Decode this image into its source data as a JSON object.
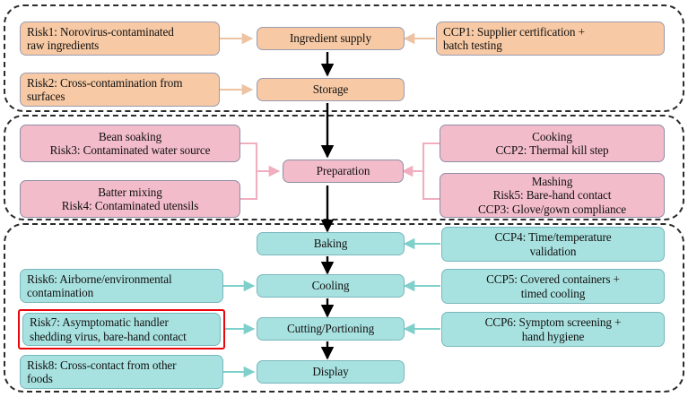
{
  "diagram": {
    "title": "Norovirus HACCP process flow with risks and critical control points",
    "colors": {
      "peach_fill": "#f7c9a4",
      "peach_arrow": "#f0c8a8",
      "pink_fill": "#f3bcca",
      "pink_arrow": "#f3b8c6",
      "teal_fill": "#a8e2e0",
      "teal_arrow": "#8fd5cf",
      "main_arrow": "#000000",
      "highlight_border": "#e8070b",
      "group_border": "#2b2b2b"
    }
  },
  "groups": [
    {
      "name": "supply-stage-group"
    },
    {
      "name": "preparation-stage-group"
    },
    {
      "name": "post-bake-stage-group"
    }
  ],
  "process": [
    {
      "id": "ingredient-supply",
      "label": "Ingredient supply",
      "palette": "peach"
    },
    {
      "id": "storage",
      "label": "Storage",
      "palette": "peach"
    },
    {
      "id": "preparation",
      "label": "Preparation",
      "palette": "pink"
    },
    {
      "id": "baking",
      "label": "Baking",
      "palette": "teal"
    },
    {
      "id": "cooling",
      "label": "Cooling",
      "palette": "teal"
    },
    {
      "id": "cutting-portioning",
      "label": "Cutting/Portioning",
      "palette": "teal"
    },
    {
      "id": "display",
      "label": "Display",
      "palette": "teal"
    }
  ],
  "risks": [
    {
      "id": "risk1",
      "lines": [
        "Risk1: Norovirus-contaminated",
        "raw ingredients"
      ],
      "palette": "peach",
      "align": "left",
      "highlighted": false
    },
    {
      "id": "risk2",
      "lines": [
        "Risk2: Cross-contamination from",
        "surfaces"
      ],
      "palette": "peach",
      "align": "left",
      "highlighted": false
    },
    {
      "id": "risk3",
      "lines": [
        "Bean soaking",
        "Risk3: Contaminated water source"
      ],
      "palette": "pink",
      "align": "center",
      "highlighted": false
    },
    {
      "id": "risk4",
      "lines": [
        "Batter mixing",
        "Risk4: Contaminated utensils"
      ],
      "palette": "pink",
      "align": "center",
      "highlighted": false
    },
    {
      "id": "risk6",
      "lines": [
        "Risk6: Airborne/environmental",
        "contamination"
      ],
      "palette": "teal",
      "align": "left",
      "highlighted": false
    },
    {
      "id": "risk7",
      "lines": [
        "Risk7: Asymptomatic handler",
        "shedding virus, bare-hand contact"
      ],
      "palette": "teal",
      "align": "left",
      "highlighted": true
    },
    {
      "id": "risk8",
      "lines": [
        "Risk8: Cross-contact from other",
        "foods"
      ],
      "palette": "teal",
      "align": "left",
      "highlighted": false
    }
  ],
  "controls": [
    {
      "id": "ccp1",
      "lines": [
        "CCP1: Supplier certification +",
        "batch testing"
      ],
      "palette": "peach",
      "align": "left"
    },
    {
      "id": "ccp2",
      "lines": [
        "Cooking",
        "CCP2: Thermal kill step"
      ],
      "palette": "pink",
      "align": "center"
    },
    {
      "id": "ccp3",
      "lines": [
        "Mashing",
        "Risk5: Bare-hand contact",
        "CCP3: Glove/gown compliance"
      ],
      "palette": "pink",
      "align": "center"
    },
    {
      "id": "ccp4",
      "lines": [
        "CCP4: Time/temperature",
        "validation"
      ],
      "palette": "teal",
      "align": "center"
    },
    {
      "id": "ccp5",
      "lines": [
        "CCP5: Covered containers +",
        "timed cooling"
      ],
      "palette": "teal",
      "align": "center"
    },
    {
      "id": "ccp6",
      "lines": [
        "CCP6: Symptom screening +",
        "hand hygiene"
      ],
      "palette": "teal",
      "align": "center"
    }
  ]
}
